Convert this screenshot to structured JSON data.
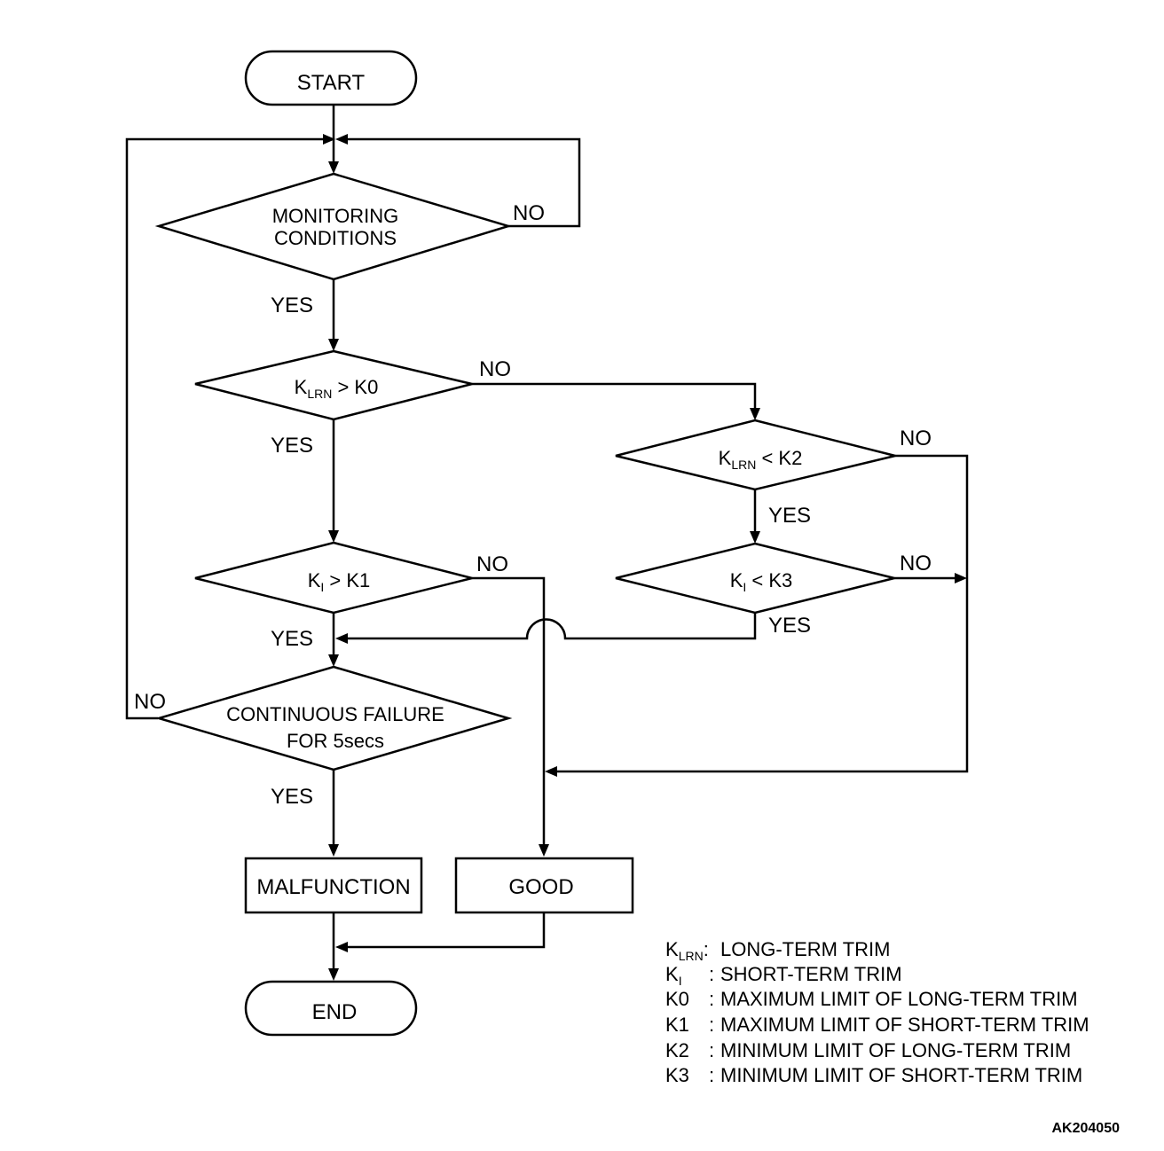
{
  "nodes": {
    "start": "START",
    "monitoring_l1": "MONITORING",
    "monitoring_l2": "CONDITIONS",
    "klrn_k0": {
      "k": "K",
      "sub": "LRN",
      "rest": " > K0"
    },
    "klrn_k2": {
      "k": "K",
      "sub": "LRN",
      "rest": " < K2"
    },
    "ki_k1": {
      "k": "K",
      "sub": "I",
      "rest": " > K1"
    },
    "ki_k3": {
      "k": "K",
      "sub": "I",
      "rest": " < K3"
    },
    "continuous_l1": "CONTINUOUS FAILURE",
    "continuous_l2": "FOR 5secs",
    "malfunction": "MALFUNCTION",
    "good": "GOOD",
    "end": "END"
  },
  "edge_labels": {
    "yes": "YES",
    "no": "NO"
  },
  "legend": [
    {
      "k": "K",
      "sub": "LRN",
      "sep": ":",
      "text": "LONG-TERM TRIM"
    },
    {
      "k": "K",
      "sub": "I",
      "sep": ":",
      "text": "SHORT-TERM TRIM"
    },
    {
      "k": "K0",
      "sub": "",
      "sep": ":",
      "text": "MAXIMUM LIMIT OF LONG-TERM TRIM"
    },
    {
      "k": "K1",
      "sub": "",
      "sep": ":",
      "text": "MAXIMUM LIMIT OF SHORT-TERM TRIM"
    },
    {
      "k": "K2",
      "sub": "",
      "sep": ":",
      "text": "MINIMUM LIMIT OF LONG-TERM TRIM"
    },
    {
      "k": "K3",
      "sub": "",
      "sep": ":",
      "text": "MINIMUM LIMIT OF SHORT-TERM TRIM"
    }
  ],
  "figure_id": "AK204050"
}
